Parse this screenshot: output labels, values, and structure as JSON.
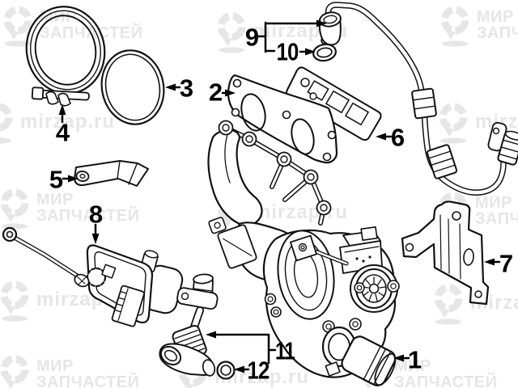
{
  "figure": {
    "watermark": {
      "brand_top": "МИР",
      "brand_bottom": "ЗАПЧАСТЕЙ",
      "site": "mirzap.ru"
    },
    "callouts": [
      {
        "label": "1"
      },
      {
        "label": "2"
      },
      {
        "label": "3"
      },
      {
        "label": "4"
      },
      {
        "label": "5"
      },
      {
        "label": "6"
      },
      {
        "label": "7"
      },
      {
        "label": "8"
      },
      {
        "label": "9"
      },
      {
        "label": "10"
      },
      {
        "label": "11"
      },
      {
        "label": "12"
      }
    ],
    "colors": {
      "background": "#ffffff",
      "line_art": "#111111",
      "callout_text": "#000000",
      "watermark": "#e6e6e6"
    }
  }
}
